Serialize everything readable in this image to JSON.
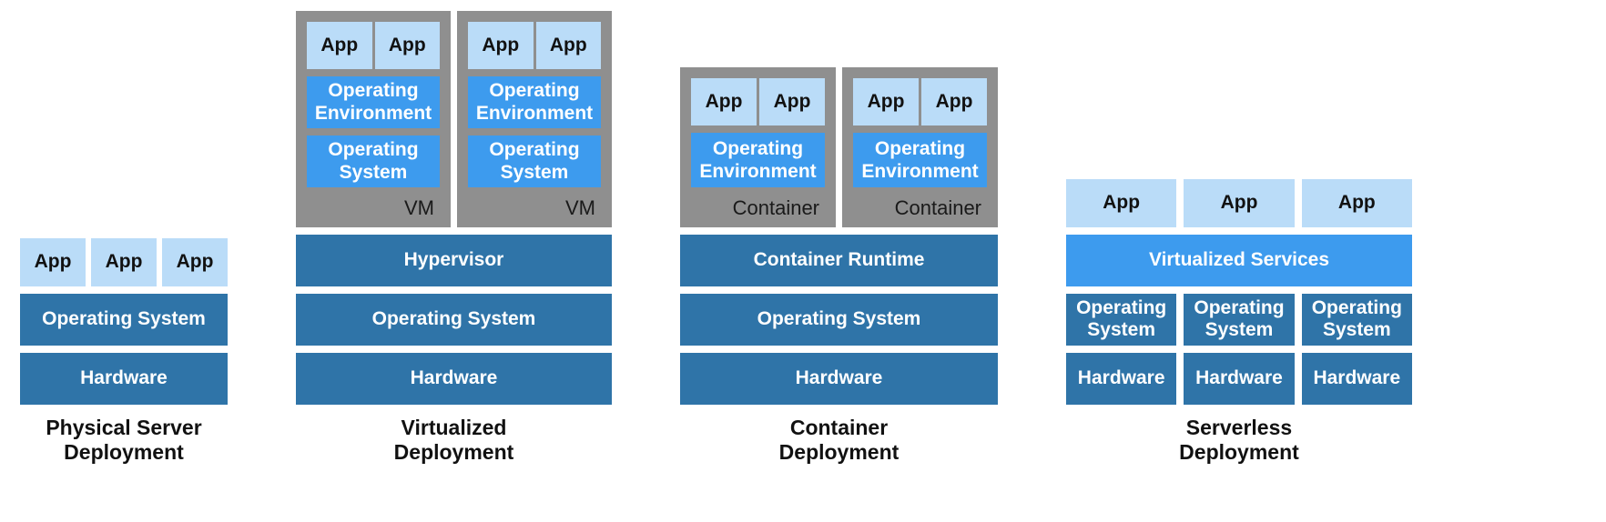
{
  "colors": {
    "app_box": "#BADCF8",
    "bright_blue_box": "#3D9BEE",
    "dark_layer_box": "#2F74A8",
    "group_box_gray": "#8F8F8F",
    "background": "#FFFFFF",
    "dark_text": "#111111",
    "white_text": "#FFFFFF"
  },
  "columns": {
    "physical": {
      "apps": [
        "App",
        "App",
        "App"
      ],
      "layers": [
        "Operating System",
        "Hardware"
      ],
      "caption": [
        "Physical Server",
        "Deployment"
      ]
    },
    "virtualized": {
      "vms": [
        {
          "apps": [
            "App",
            "App"
          ],
          "operating_environment": "Operating Environment",
          "operating_system": "Operating System",
          "label": "VM"
        },
        {
          "apps": [
            "App",
            "App"
          ],
          "operating_environment": "Operating Environment",
          "operating_system": "Operating System",
          "label": "VM"
        }
      ],
      "layers": [
        "Hypervisor",
        "Operating System",
        "Hardware"
      ],
      "caption": [
        "Virtualized",
        "Deployment"
      ]
    },
    "container": {
      "containers": [
        {
          "apps": [
            "App",
            "App"
          ],
          "operating_environment": "Operating Environment",
          "label": "Container"
        },
        {
          "apps": [
            "App",
            "App"
          ],
          "operating_environment": "Operating Environment",
          "label": "Container"
        }
      ],
      "layers": [
        "Container Runtime",
        "Operating System",
        "Hardware"
      ],
      "caption": [
        "Container",
        "Deployment"
      ]
    },
    "serverless": {
      "apps": [
        "App",
        "App",
        "App"
      ],
      "services": "Virtualized Services",
      "operating_systems": [
        "Operating System",
        "Operating System",
        "Operating System"
      ],
      "hardware": [
        "Hardware",
        "Hardware",
        "Hardware"
      ],
      "caption": [
        "Serverless",
        "Deployment"
      ]
    }
  }
}
